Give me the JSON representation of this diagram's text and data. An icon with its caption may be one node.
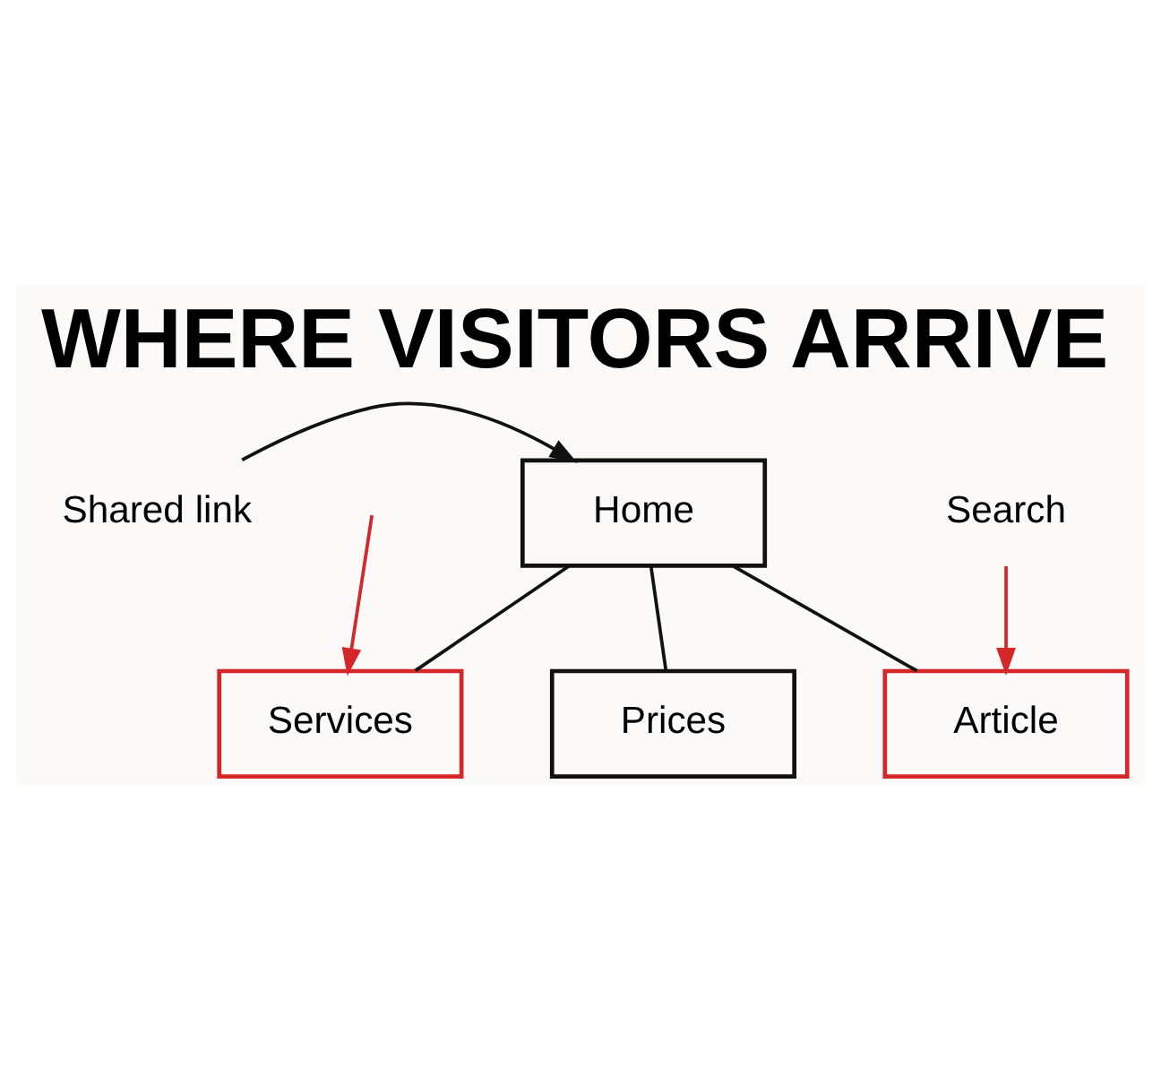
{
  "diagram": {
    "title": "WHERE VISITORS ARRIVE",
    "nodes": [
      {
        "text": [
          "Shared link"
        ]
      },
      {
        "text": [
          "Home"
        ]
      },
      {
        "text": [
          "Search"
        ]
      },
      {
        "text": [
          "Services"
        ]
      },
      {
        "text": [
          "Prices"
        ]
      },
      {
        "text": [
          "Article"
        ]
      }
    ],
    "edges": [
      {
        "from": 0,
        "to": 1,
        "arrow": "to"
      },
      {
        "from": 1,
        "to": 3,
        "arrow": "none"
      },
      {
        "from": 1,
        "to": 4,
        "arrow": "none"
      },
      {
        "from": 1,
        "to": 5,
        "arrow": "none"
      },
      {
        "from": 2,
        "to": 5,
        "arrow": "to",
        "color": "#d62728"
      },
      {
        "from": null,
        "to": 3,
        "arrow": "to",
        "color": "#d62728"
      }
    ]
  }
}
